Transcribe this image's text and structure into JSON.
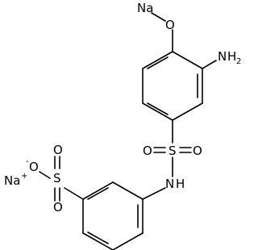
{
  "molecule": {
    "atoms": {
      "na_top": "Na",
      "o_top": "O",
      "n_amino": "N",
      "h2": "H",
      "h2_sub": "2",
      "s_sulfonyl": "S",
      "o_sulfonyl_left": "O",
      "o_sulfonyl_right": "O",
      "n_amide": "N",
      "h_amide": "H",
      "s_sulfonate": "S",
      "o_sulfonate_top": "O",
      "o_sulfonate_minus": "O",
      "minus_charge": "-",
      "o_sulfonate_bottom": "O",
      "na_ion": "Na",
      "plus_charge": "+"
    }
  }
}
